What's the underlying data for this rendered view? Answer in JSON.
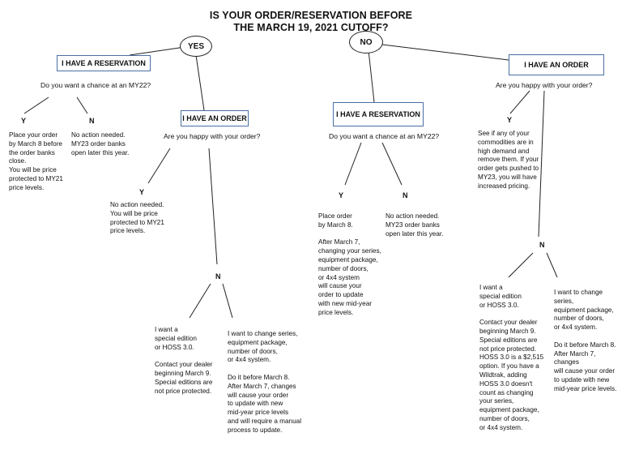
{
  "title": {
    "line1": "IS YOUR ORDER/RESERVATION BEFORE",
    "line2": "THE MARCH 19, 2021 CUTOFF?"
  },
  "yes_branch": {
    "label": "YES",
    "reservation": {
      "box": "I HAVE A RESERVATION",
      "question": "Do you want a chance at an MY22?",
      "y_label": "Y",
      "n_label": "N",
      "y_text": "Place your order\nby March 8 before\nthe order banks\nclose.\nYou will be price\nprotected to MY21\nprice levels.",
      "n_text": "No action needed.\nMY23 order banks\nopen later this year."
    },
    "order": {
      "box": "I HAVE AN ORDER",
      "question": "Are you happy with your order?",
      "y_label": "Y",
      "n_label": "N",
      "y_text": "No action needed.\nYou will be price\nprotected to MY21\nprice levels.",
      "n_left_text": "I want a\nspecial edition\nor HOSS 3.0.\n\nContact your dealer\nbeginning March 9.\nSpecial editions are\nnot price protected.",
      "n_right_text": "I want to change series,\nequipment package,\nnumber of doors,\nor 4x4 system.\n\nDo it before March 8.\nAfter March 7, changes\nwill cause your order\nto update with new\nmid-year price levels\nand will require a manual\nprocess to update."
    }
  },
  "no_branch": {
    "label": "NO",
    "reservation": {
      "box": "I HAVE A RESERVATION",
      "question": "Do you want a chance at an MY22?",
      "y_label": "Y",
      "n_label": "N",
      "y_text": "Place order\nby March 8.\n\nAfter March 7,\nchanging your series,\nequipment package,\nnumber of doors,\nor 4x4 system\nwill cause your\norder to update\nwith new mid-year\nprice levels.",
      "n_text": "No action needed.\nMY23 order banks\nopen later this year."
    },
    "order": {
      "box": "I HAVE AN ORDER",
      "question": "Are you happy with your order?",
      "y_label": "Y",
      "n_label": "N",
      "y_text": "See if any of your\ncommodities are in\nhigh demand and\nremove them. If your\norder gets pushed to\nMY23, you will have\nincreased pricing.",
      "n_left_text": "I want a\nspecial edition\nor HOSS 3.0.\n\nContact your dealer\nbeginning March 9.\nSpecial editions are\nnot price protected.\nHOSS 3.0 is a $2,515\noption. If you have a\nWildtrak, adding\nHOSS 3.0 doesn't\ncount as changing\nyour series,\nequipment package,\nnumber of doors,\nor 4x4 system.",
      "n_right_text": "I want to change series,\nequipment package,\nnumber of doors,\nor 4x4 system.\n\nDo it before March 8.\nAfter March 7, changes\nwill cause your order\nto update with new\nmid-year price levels."
    }
  }
}
